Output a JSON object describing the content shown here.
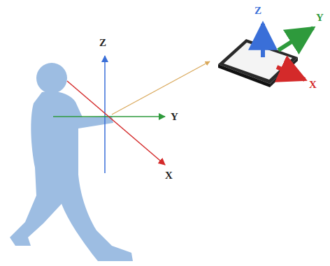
{
  "diagram": {
    "labels": [
      "Z",
      "Y",
      "X",
      "Z",
      "Y",
      "X"
    ]
  }
}
